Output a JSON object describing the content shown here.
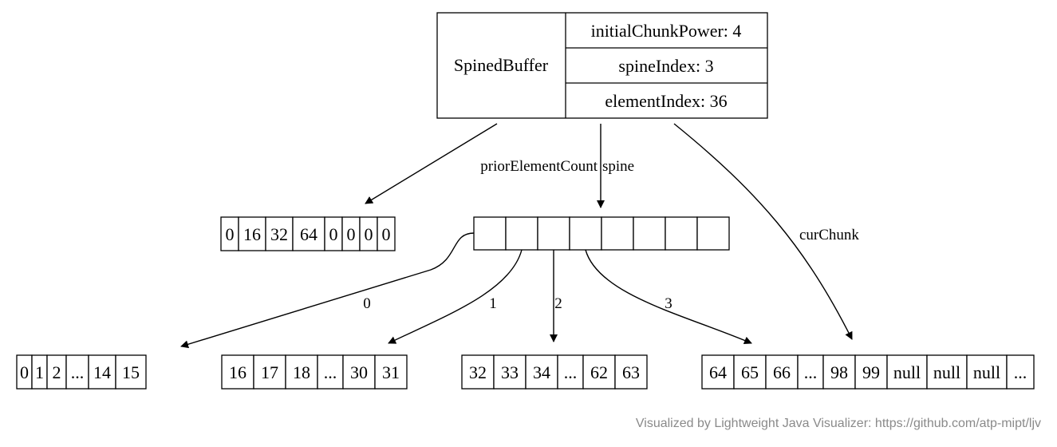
{
  "spined_buffer": {
    "title": "SpinedBuffer",
    "fields": [
      "initialChunkPower: 4",
      "spineIndex: 3",
      "elementIndex: 36"
    ]
  },
  "edges": {
    "prior_label": "priorElementCount",
    "spine_label": "spine",
    "cur_chunk_label": "curChunk",
    "chunk_labels": [
      "0",
      "1",
      "2",
      "3"
    ]
  },
  "prior_element_count": [
    "0",
    "16",
    "32",
    "64",
    "0",
    "0",
    "0",
    "0"
  ],
  "spine_cells": [
    "",
    "",
    "",
    "",
    "",
    "",
    "",
    ""
  ],
  "chunks": [
    [
      "0",
      "1",
      "2",
      "...",
      "14",
      "15"
    ],
    [
      "16",
      "17",
      "18",
      "...",
      "30",
      "31"
    ],
    [
      "32",
      "33",
      "34",
      "...",
      "62",
      "63"
    ],
    [
      "64",
      "65",
      "66",
      "...",
      "98",
      "99",
      "null",
      "null",
      "null",
      "..."
    ]
  ],
  "footer": "Visualized by Lightweight Java Visualizer: https://github.com/atp-mipt/ljv"
}
